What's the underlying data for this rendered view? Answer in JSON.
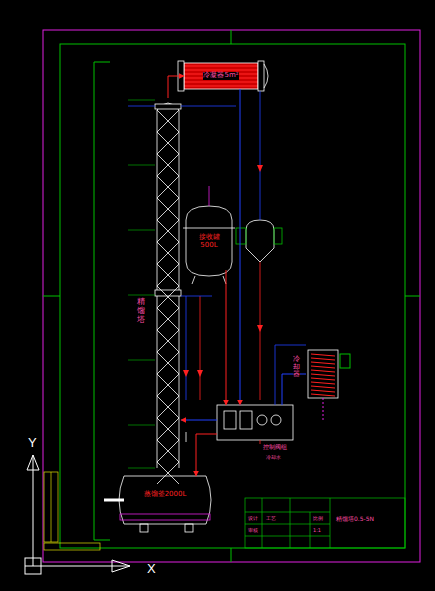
{
  "diagram": {
    "nodes": [
      {
        "text": [
          "冷凝器5m²"
        ]
      },
      {
        "text": [
          "精馏塔"
        ]
      },
      {
        "text": [
          "接收罐 500L"
        ]
      },
      {
        "text": [
          "冷却器"
        ]
      },
      {
        "text": [
          "控制阀组"
        ]
      },
      {
        "text": [
          "蒸馏釜2000L"
        ]
      }
    ],
    "edges": [
      {
        "from": 1,
        "to": 0,
        "arrow": "to"
      },
      {
        "from": 0,
        "to": 4,
        "arrow": "to"
      },
      {
        "from": 2,
        "to": 4,
        "arrow": "to"
      },
      {
        "from": 4,
        "to": 3,
        "arrow": "none"
      },
      {
        "from": 4,
        "to": 1,
        "arrow": "to"
      },
      {
        "from": 4,
        "to": 5,
        "arrow": "to"
      }
    ],
    "labels": [
      "设计",
      "审核",
      "工艺",
      "比例",
      "1:1",
      "精馏塔0.5-5N",
      "冷却水",
      "Y",
      "X"
    ]
  }
}
